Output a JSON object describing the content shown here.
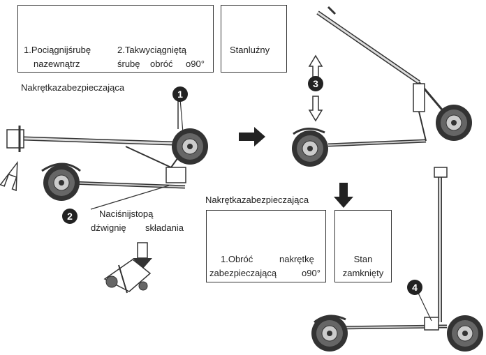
{
  "top_left_box": {
    "step1": {
      "line1": "1.Pociągnijśrubę",
      "line2": "nazewnątrz"
    },
    "step2": {
      "line1": "2.Takwyciągniętą",
      "line2a": "śrubę",
      "line2b": "obróć",
      "line2c": "o90°"
    }
  },
  "top_right_box": {
    "label": "Stanluźny"
  },
  "nut_label_top": "Nakrętkazabezpieczająca",
  "nut_label_mid": "Nakrętkazabezpieczająca",
  "press_label": {
    "line1": "Naciśnijstopą",
    "line2a": "dźwignię",
    "line2b": "składania"
  },
  "bottom_box": {
    "line1a": "1.Obróć",
    "line1b": "nakrętkę",
    "line2a": "zabezpieczającą",
    "line2b": "o90°"
  },
  "closed_box": {
    "line1": "Stan",
    "line2": "zamknięty"
  },
  "markers": {
    "m1": "1",
    "m2": "2",
    "m3": "3",
    "m4": "4"
  }
}
